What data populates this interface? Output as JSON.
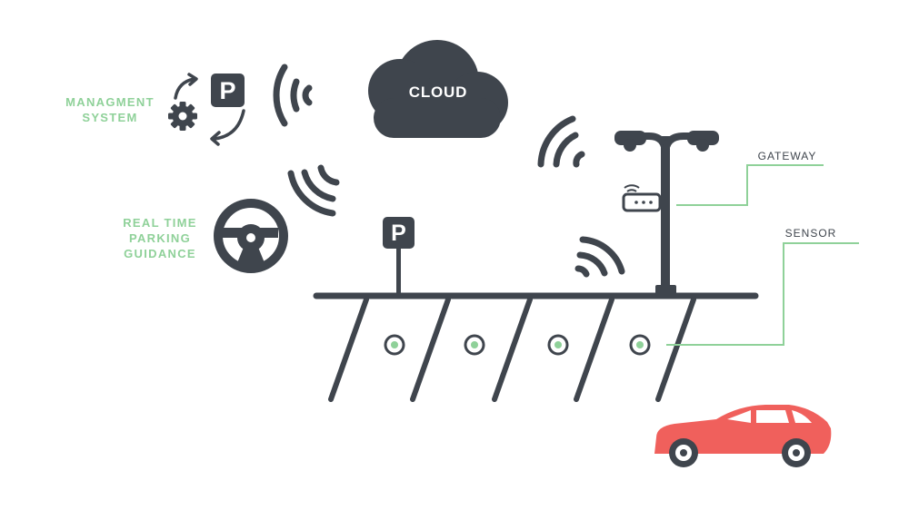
{
  "labels": {
    "management_line1": "MANAGMENT",
    "management_line2": "SYSTEM",
    "guidance_line1": "REAL TIME",
    "guidance_line2": "PARKING",
    "guidance_line3": "GUIDANCE",
    "cloud": "CLOUD",
    "gateway": "GATEWAY",
    "sensor": "SENSOR"
  },
  "signs": {
    "management_sign": "P",
    "parking_sign": "P"
  },
  "icons": {
    "management": [
      "refresh-arrow-icon",
      "gear-icon",
      "parking-sign-icon"
    ],
    "guidance": "steering-wheel-icon",
    "cloud": "cloud-icon",
    "gateway": "router-icon",
    "vehicle": "car-icon",
    "signal": "wifi-signal-icon",
    "sensor": "sensor-icon"
  },
  "colors": {
    "dark": "#3f454d",
    "accent_green": "#8fd199",
    "car_red": "#f0605c"
  }
}
